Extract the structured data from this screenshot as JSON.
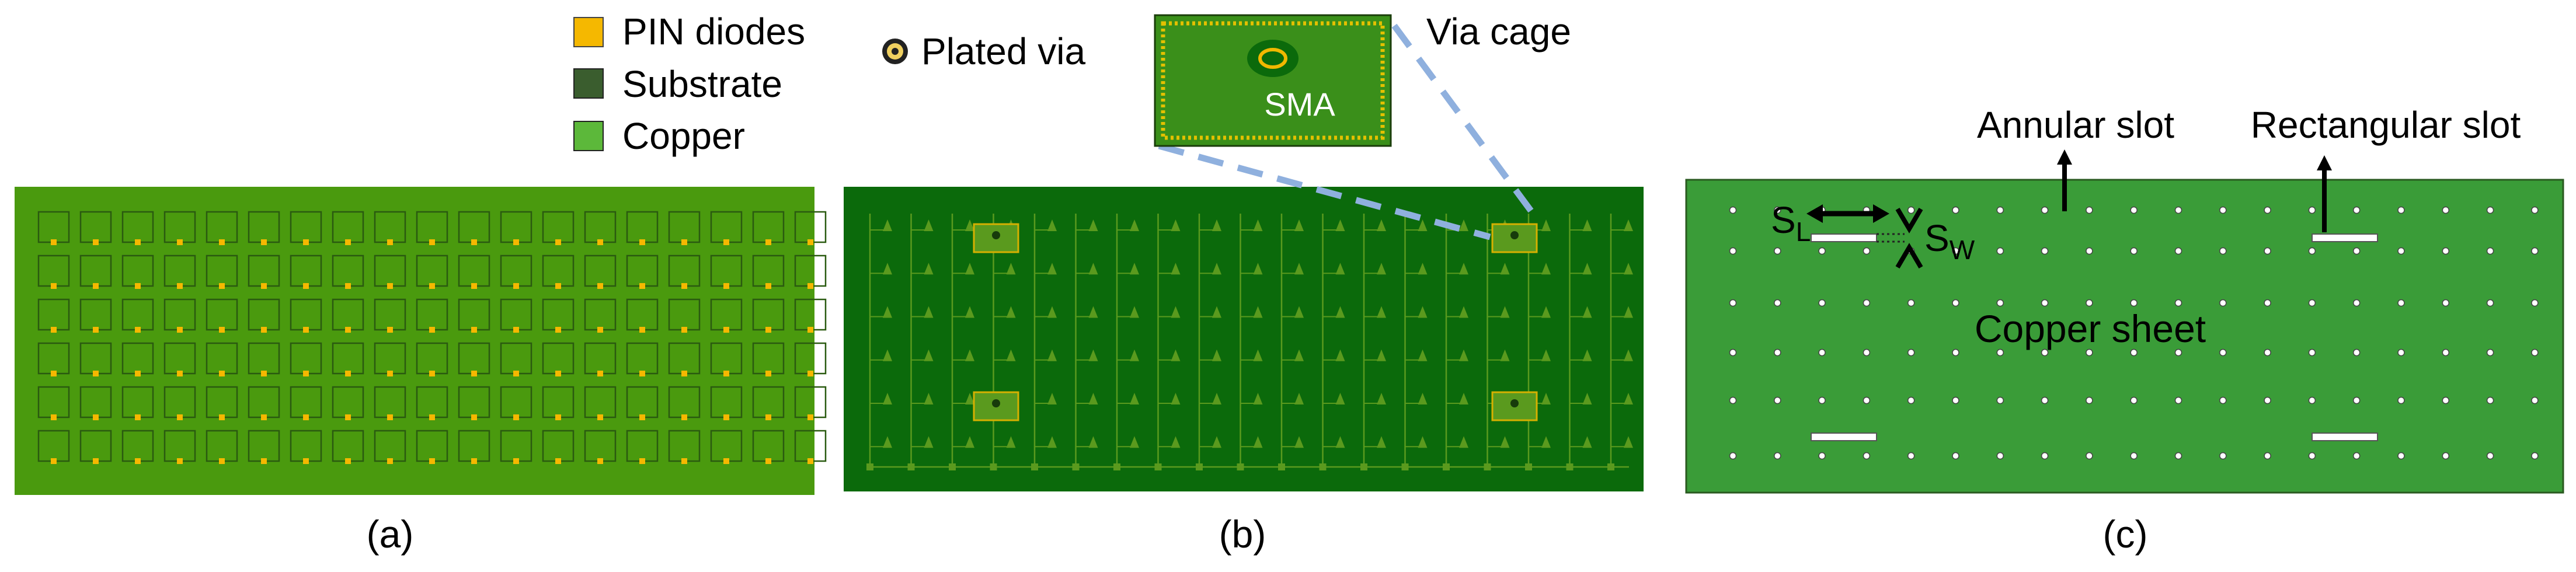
{
  "legend": {
    "items": [
      {
        "label": "PIN diodes",
        "color": "#f5b800",
        "icon": "square-swatch"
      },
      {
        "label": "Substrate",
        "color": "#3a5d2e",
        "icon": "square-swatch"
      },
      {
        "label": "Copper",
        "color": "#5cb83a",
        "icon": "square-swatch"
      },
      {
        "label": "Plated via",
        "color": "#f0d060",
        "icon": "ring-dot"
      }
    ]
  },
  "panel_a": {
    "caption": "(a)",
    "columns": 19,
    "rows": 6
  },
  "panel_b": {
    "caption": "(b)",
    "inset_label": "SMA",
    "callout": "Via cage",
    "columns": 19,
    "rows": 6
  },
  "panel_c": {
    "caption": "(c)",
    "sheet_label": "Copper sheet",
    "annular_label": "Annular slot",
    "rect_label": "Rectangular slot",
    "sl_main": "S",
    "sl_sub": "L",
    "sw_main": "S",
    "sw_sub": "W"
  },
  "colors": {
    "copper_a": "#4a9a0e",
    "substrate_b": "#0b6a0b",
    "copper_c": "#3a9c38",
    "diode": "#f5b800",
    "dash": "#8fb0de"
  }
}
